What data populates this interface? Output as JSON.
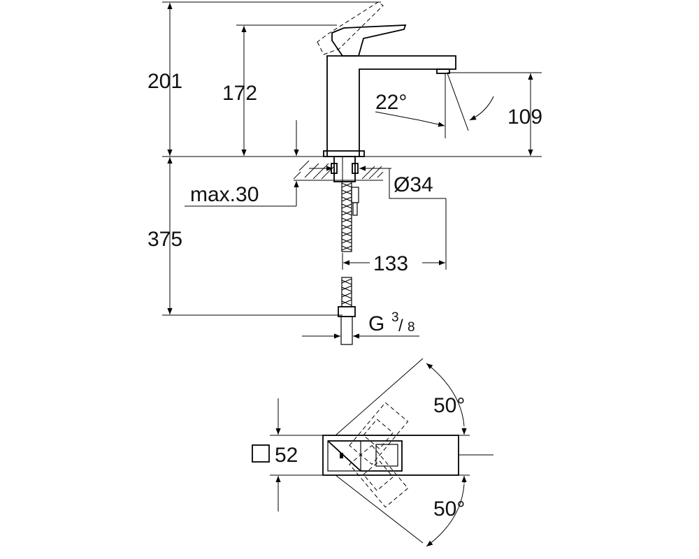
{
  "dimensions": {
    "total_height": "201",
    "spout_height": "172",
    "outlet_height": "109",
    "spout_angle": "22°",
    "hole_diameter": "Ø34",
    "max_thickness": "max.30",
    "hose_length": "375",
    "projection": "133",
    "thread_main": "G",
    "thread_num": "3",
    "thread_den": "8",
    "lever_angle_top": "50°",
    "lever_angle_bottom": "50°",
    "body_size": "52"
  }
}
